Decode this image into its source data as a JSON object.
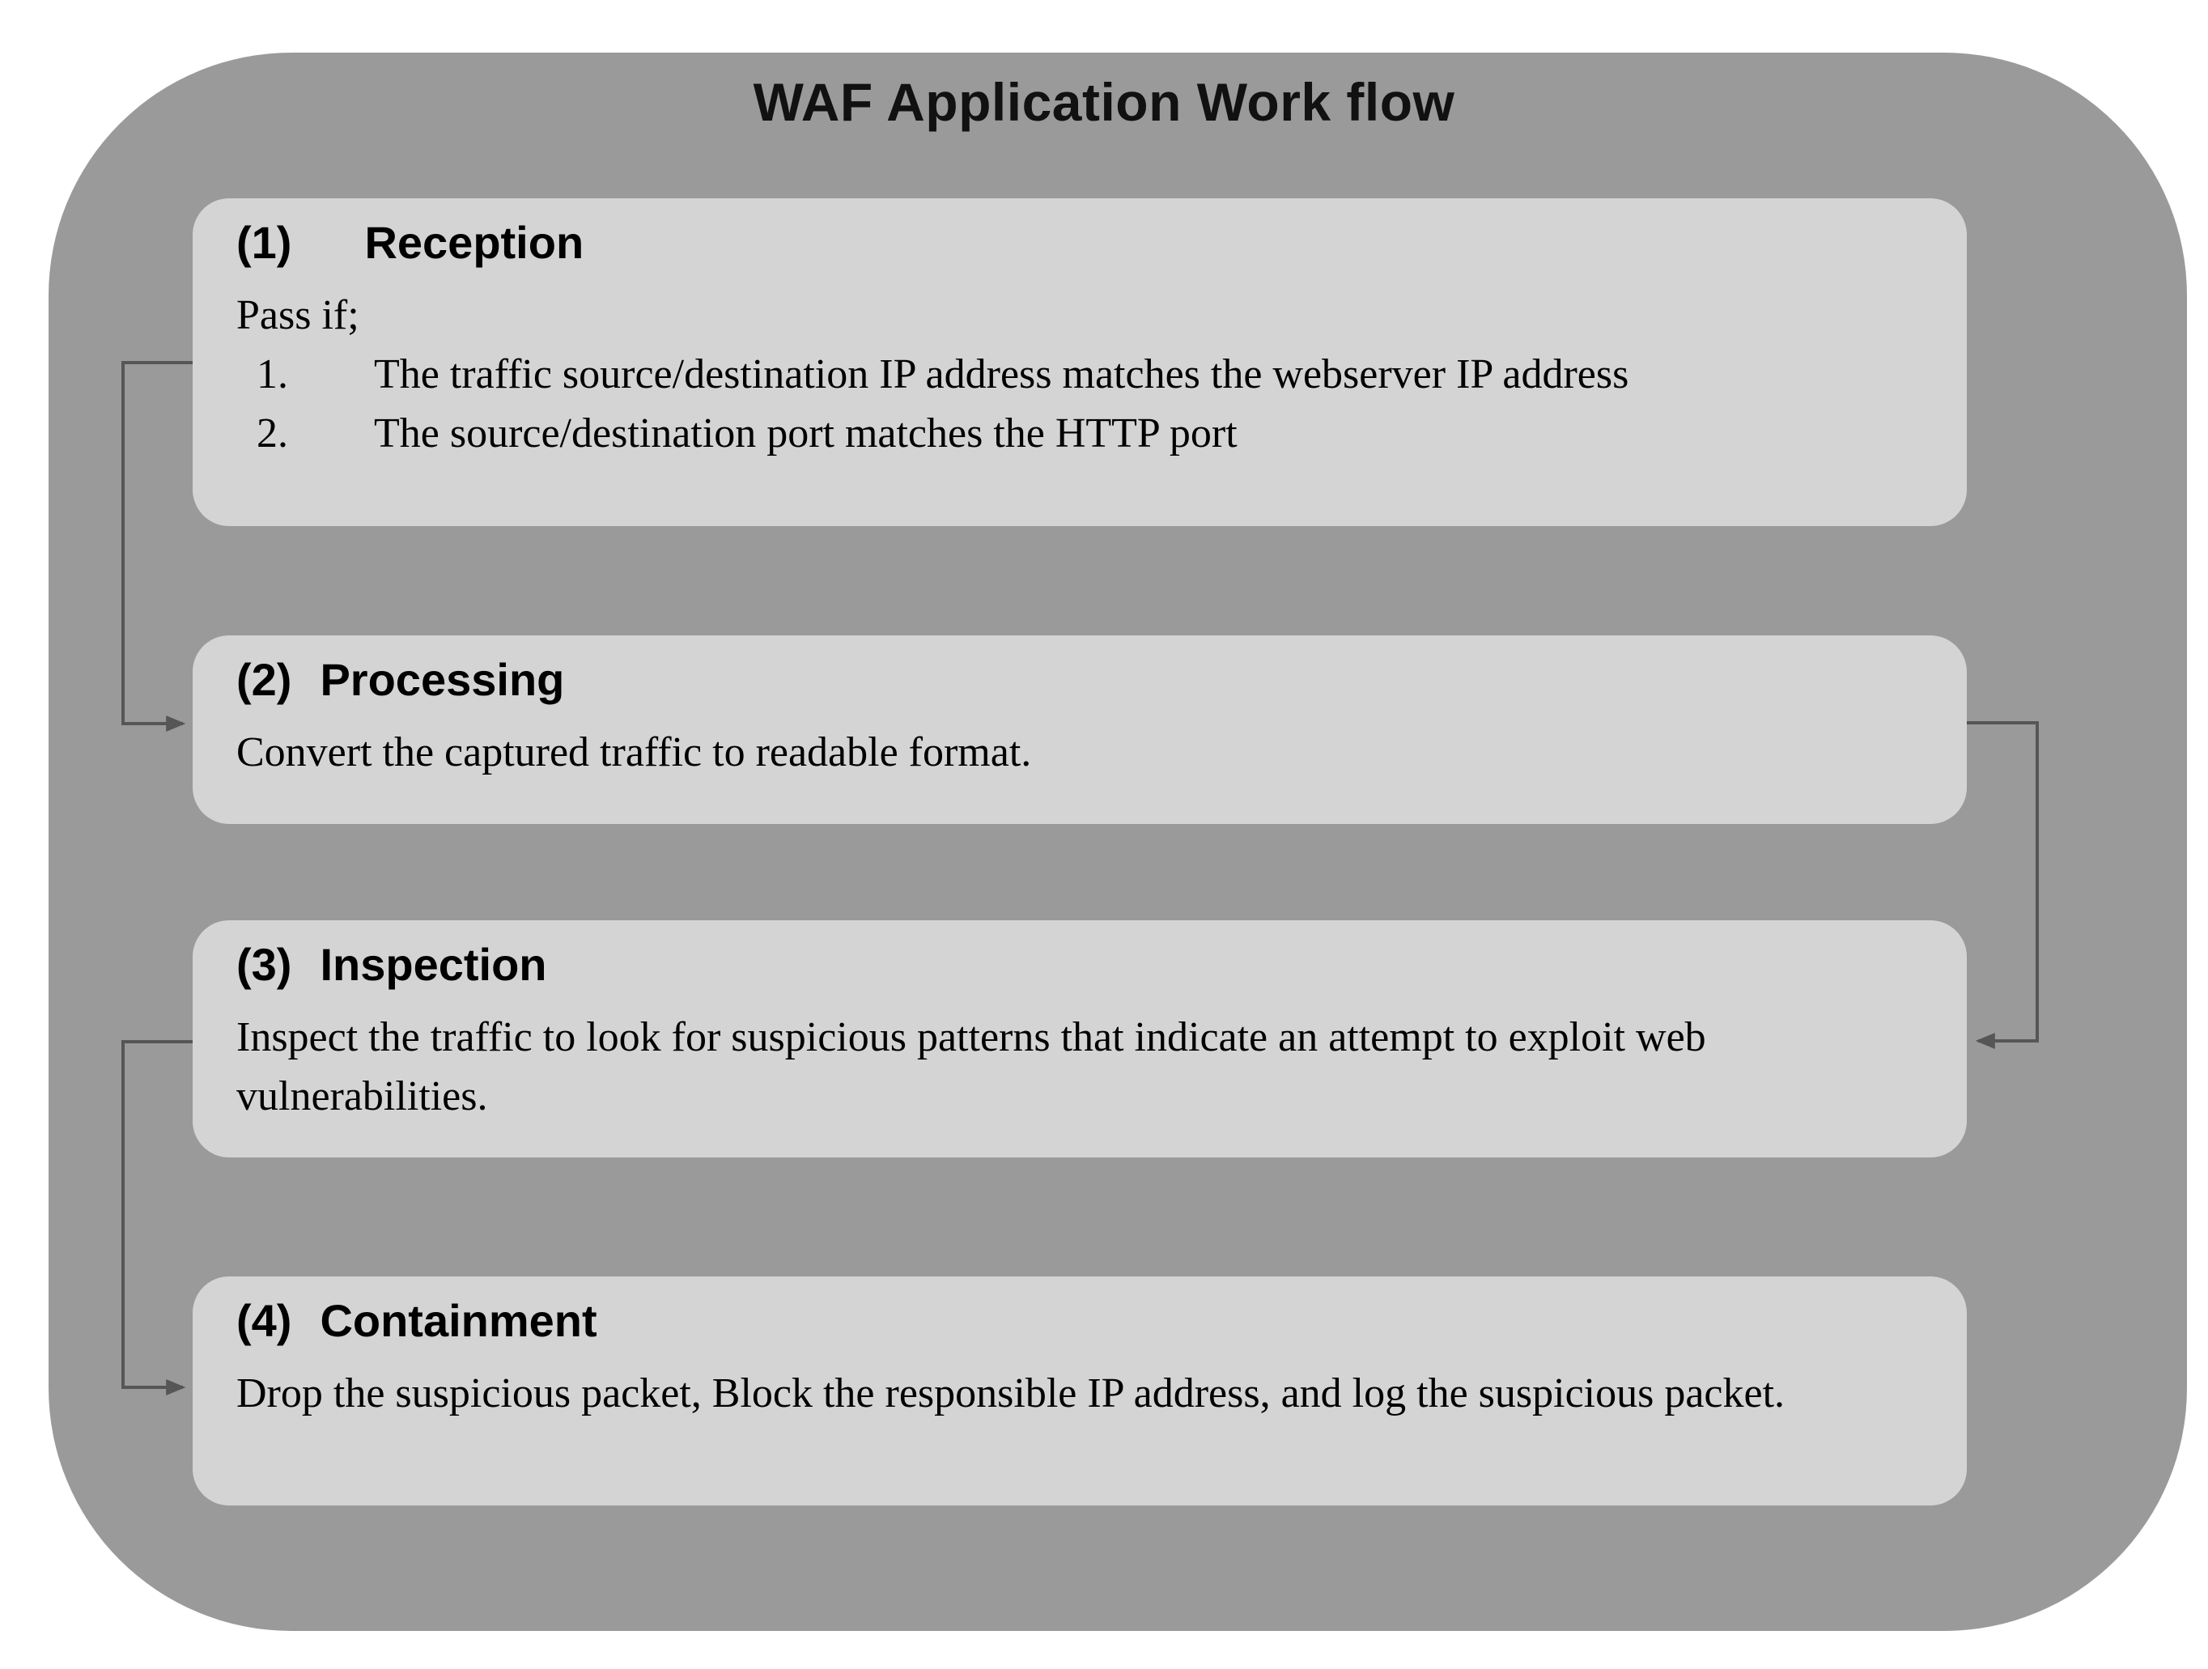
{
  "title": "WAF Application Work flow",
  "colors": {
    "page_bg": "#ffffff",
    "frame_bg": "#9a9a9a",
    "box_bg": "#d4d4d4",
    "connector": "#565656",
    "text": "#000000"
  },
  "steps": [
    {
      "number": "(1)",
      "name": "Reception",
      "intro": "Pass if;",
      "conditions": [
        {
          "num": "1.",
          "text": "The traffic source/destination IP address matches the webserver IP address"
        },
        {
          "num": "2.",
          "text": "The source/destination port matches the HTTP port"
        }
      ]
    },
    {
      "number": "(2)",
      "name": "Processing",
      "description": "Convert the captured traffic to readable format."
    },
    {
      "number": "(3)",
      "name": "Inspection",
      "description": "Inspect the traffic to look for suspicious patterns that indicate an attempt to exploit web vulnerabilities."
    },
    {
      "number": "(4)",
      "name": "Containment",
      "description": "Drop the suspicious packet, Block the responsible IP address, and log the suspicious packet."
    }
  ]
}
